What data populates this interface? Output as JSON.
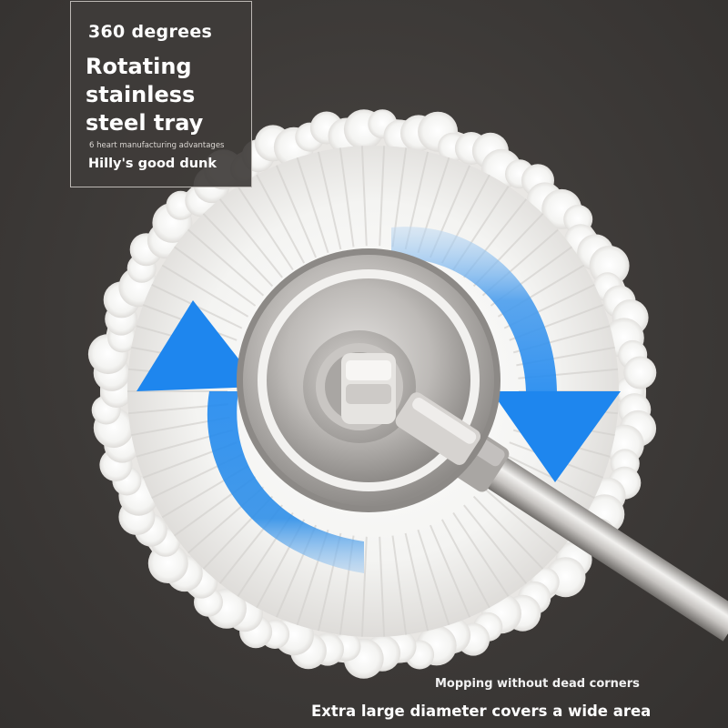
{
  "info_box": {
    "small_title": "360 degrees",
    "title_lines": [
      "Rotating",
      "stainless",
      "steel tray"
    ],
    "tiny_text": "6 heart manufacturing advantages",
    "slogan": "Hilly's good dunk"
  },
  "captions": {
    "line1": "Mopping without dead corners",
    "line2": "Extra large diameter covers a wide area"
  },
  "colors": {
    "background": "#3f3c3a",
    "arrow_blue": "#1e88f0",
    "mop_white": "#f4f4f2",
    "steel": "#b9b6b3"
  },
  "icons": {
    "rotate_left": "arrow-up-curved-icon",
    "rotate_right": "arrow-down-curved-icon"
  }
}
